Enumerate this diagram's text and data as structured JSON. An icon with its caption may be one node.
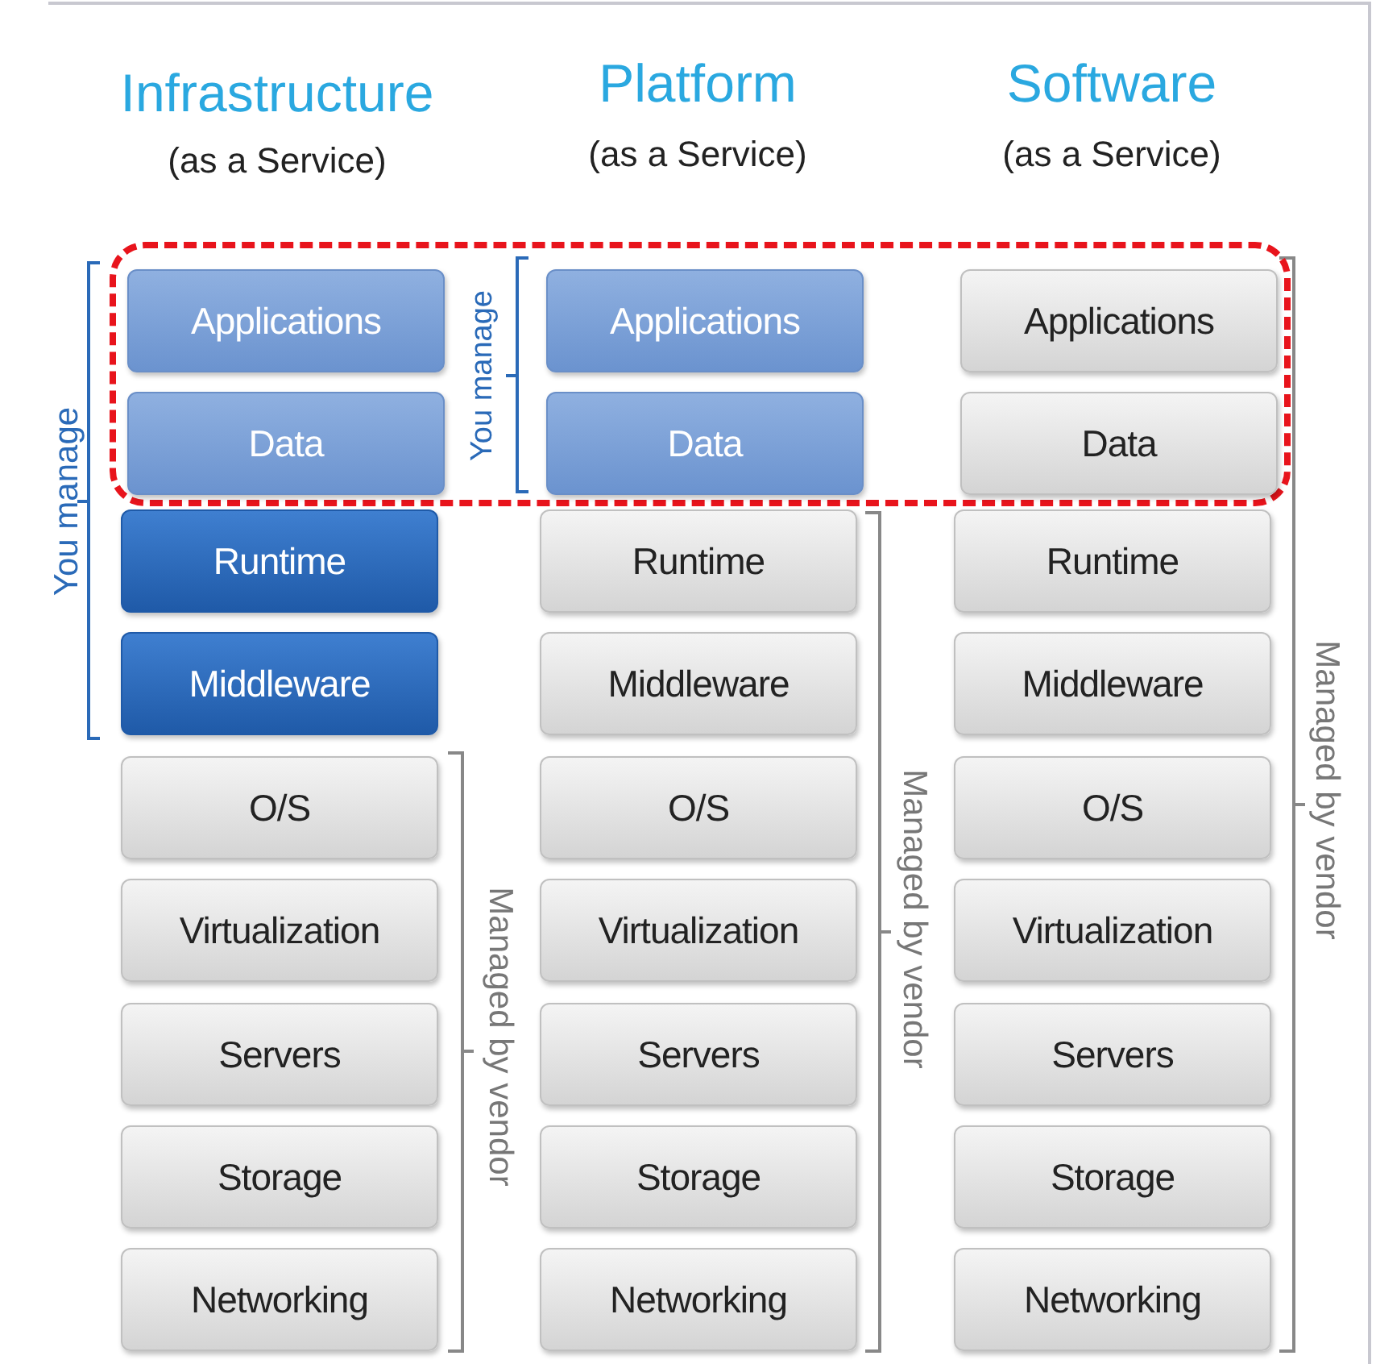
{
  "diagram": {
    "nodes": [
      {
        "text": [],
        "shape": "box"
      },
      {
        "text": [
          "Applications"
        ],
        "in": 0
      },
      {
        "text": [
          "Data"
        ],
        "in": 0
      },
      {
        "text": [
          "Runtime"
        ]
      },
      {
        "text": [
          "Middleware"
        ]
      },
      {
        "text": [
          "O/S"
        ]
      },
      {
        "text": [
          "Virtualization"
        ]
      },
      {
        "text": [
          "Servers"
        ]
      },
      {
        "text": [
          "Storage"
        ]
      },
      {
        "text": [
          "Networking"
        ]
      },
      {
        "text": [
          "Applications"
        ],
        "in": 0
      },
      {
        "text": [
          "Data"
        ],
        "in": 0
      },
      {
        "text": [
          "Runtime"
        ]
      },
      {
        "text": [
          "Middleware"
        ]
      },
      {
        "text": [
          "O/S"
        ]
      },
      {
        "text": [
          "Virtualization"
        ]
      },
      {
        "text": [
          "Servers"
        ]
      },
      {
        "text": [
          "Storage"
        ]
      },
      {
        "text": [
          "Networking"
        ]
      },
      {
        "text": [
          "Applications"
        ],
        "in": 0
      },
      {
        "text": [
          "Data"
        ],
        "in": 0
      },
      {
        "text": [
          "Runtime"
        ]
      },
      {
        "text": [
          "Middleware"
        ]
      },
      {
        "text": [
          "O/S"
        ]
      },
      {
        "text": [
          "Virtualization"
        ]
      },
      {
        "text": [
          "Servers"
        ]
      },
      {
        "text": [
          "Storage"
        ]
      },
      {
        "text": [
          "Networking"
        ]
      }
    ],
    "labels": [
      "Infrastructure",
      "(as a Service)",
      "Platform",
      "(as a Service)",
      "Software",
      "(as a Service)",
      "You manage",
      "You manage",
      "Managed by vendor",
      "Managed by vendor",
      "Managed by vendor"
    ]
  }
}
